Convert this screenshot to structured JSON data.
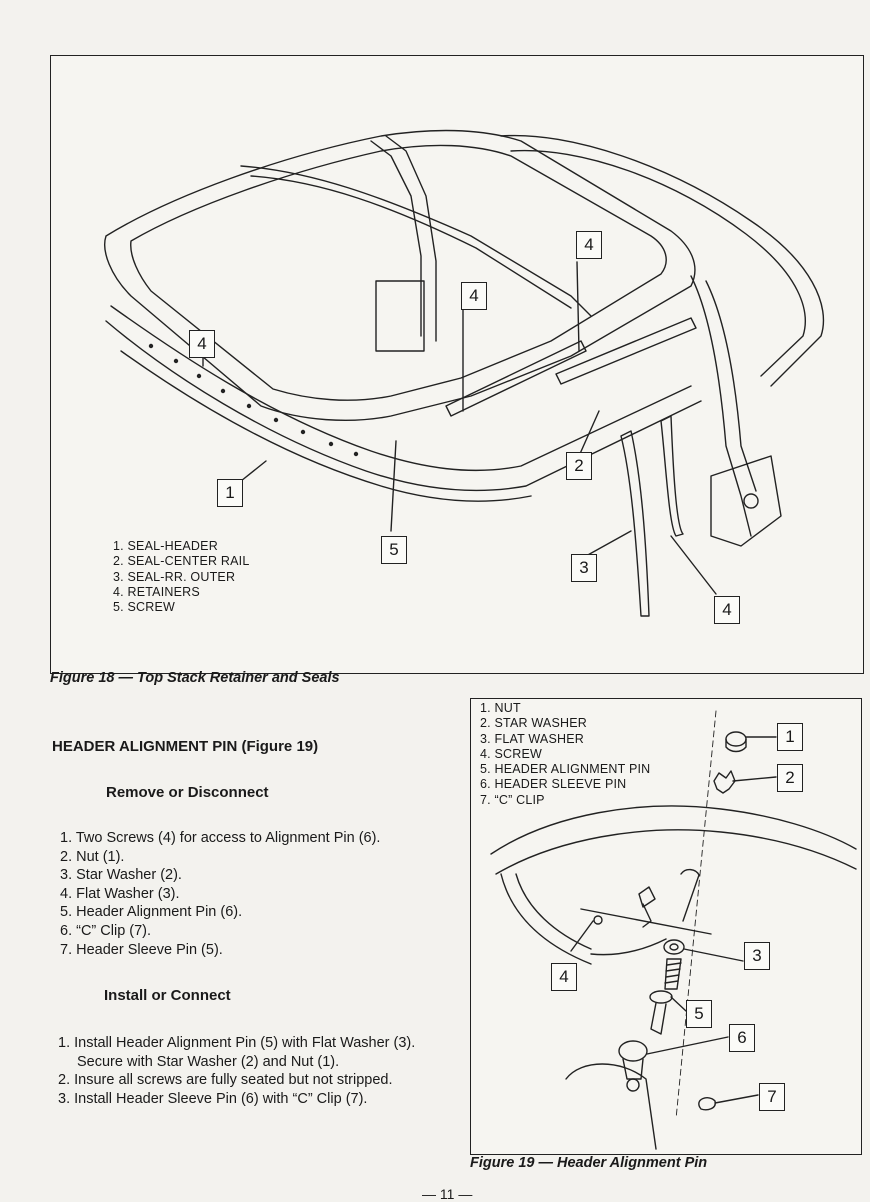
{
  "figure18": {
    "caption": "Figure 18 — Top Stack Retainer and Seals",
    "legend": [
      "1. SEAL-HEADER",
      "2. SEAL-CENTER RAIL",
      "3. SEAL-RR. OUTER",
      "4. RETAINERS",
      "5. SCREW"
    ],
    "callouts": [
      "1",
      "2",
      "3",
      "4",
      "4",
      "4",
      "4",
      "5"
    ]
  },
  "figure19": {
    "caption": "Figure 19 — Header Alignment Pin",
    "legend": [
      "1. NUT",
      "2. STAR WASHER",
      "3. FLAT WASHER",
      "4. SCREW",
      "5. HEADER ALIGNMENT PIN",
      "6. HEADER SLEEVE PIN",
      "7. “C” CLIP"
    ],
    "callouts": [
      "1",
      "2",
      "3",
      "4",
      "5",
      "6",
      "7"
    ]
  },
  "section": {
    "heading": "HEADER ALIGNMENT PIN (Figure 19)",
    "remove_title": "Remove or Disconnect",
    "remove_steps": [
      "1. Two Screws (4) for access to Alignment Pin (6).",
      "2. Nut (1).",
      "3. Star Washer (2).",
      "4. Flat Washer (3).",
      "5. Header Alignment Pin (6).",
      "6. “C” Clip (7).",
      "7. Header Sleeve Pin (5)."
    ],
    "install_title": "Install or Connect",
    "install_steps": [
      "1. Install Header Alignment Pin (5) with Flat Washer (3).",
      "Secure with Star Washer (2) and Nut (1).",
      "2. Insure all screws are fully seated but not stripped.",
      "3. Install Header Sleeve Pin (6) with “C” Clip (7)."
    ]
  },
  "page_number": "— 11 —"
}
